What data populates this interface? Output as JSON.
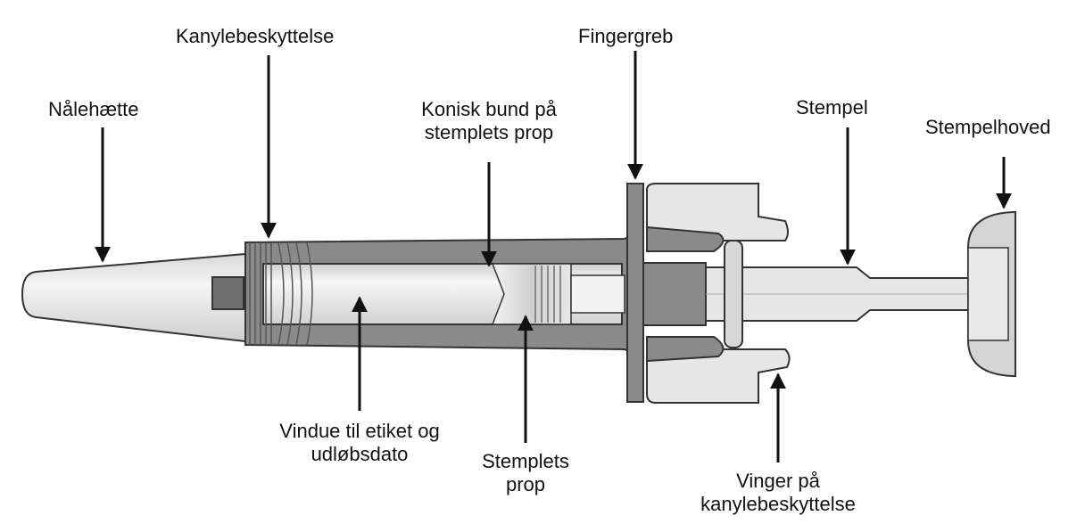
{
  "labels": {
    "needle_cap": "Nålehætte",
    "needle_guard": "Kanylebeskyttelse",
    "conical_bottom_line1": "Konisk bund på",
    "conical_bottom_line2": "stemplets prop",
    "finger_grip": "Fingergreb",
    "plunger": "Stempel",
    "plunger_head": "Stempelhoved",
    "window_line1": "Vindue til etiket og",
    "window_line2": "udløbsdato",
    "stopper_line1": "Stemplets",
    "stopper_line2": "prop",
    "wings_line1": "Vinger på",
    "wings_line2": "kanylebeskyttelse"
  },
  "colors": {
    "outline": "#333333",
    "body_gray": "#8a8a8a",
    "light_fill": "#e6e6e6",
    "arrow": "#111111"
  }
}
